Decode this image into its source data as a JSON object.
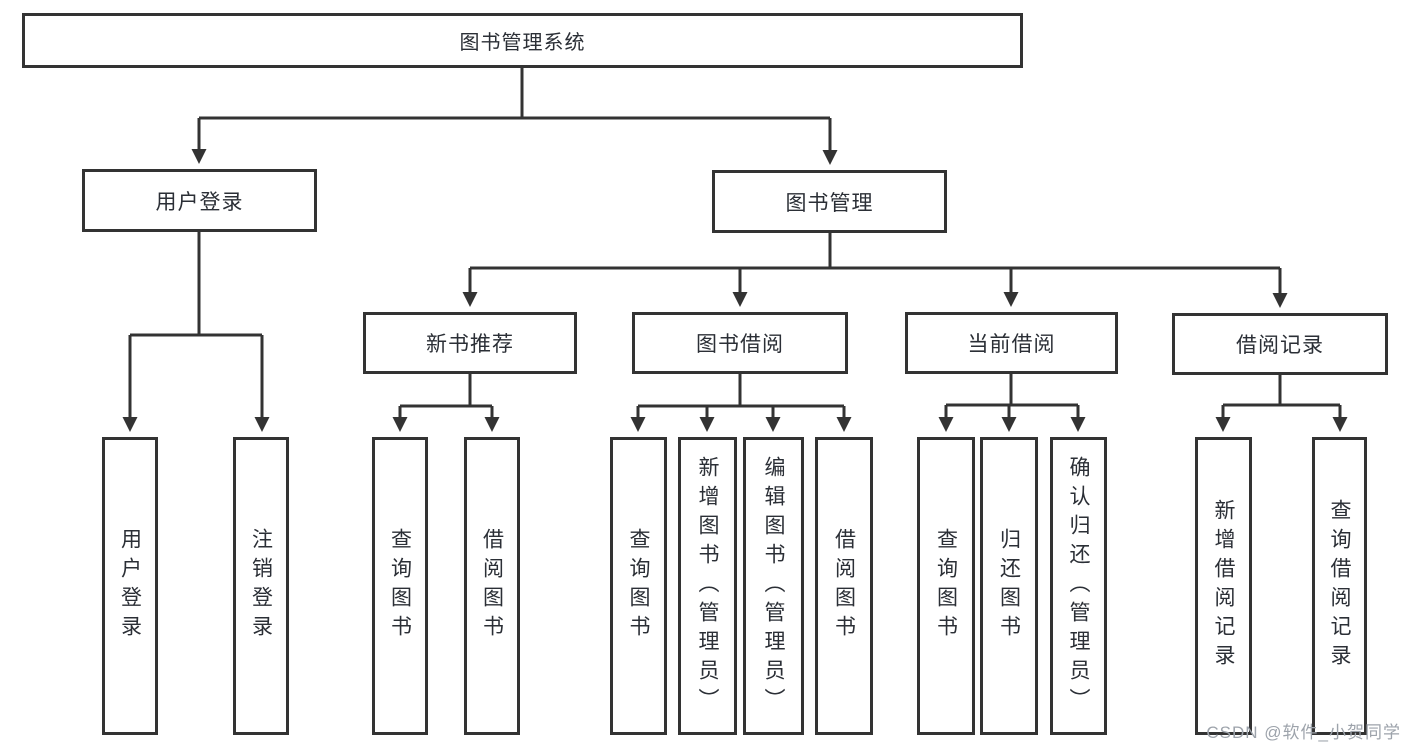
{
  "diagram": {
    "title_node": "图书管理系统",
    "level2": [
      {
        "label": "用户登录"
      },
      {
        "label": "图书管理"
      }
    ],
    "level3": [
      {
        "label": "新书推荐"
      },
      {
        "label": "图书借阅"
      },
      {
        "label": "当前借阅"
      },
      {
        "label": "借阅记录"
      }
    ],
    "leaves": [
      {
        "label": "用户登录"
      },
      {
        "label": "注销登录"
      },
      {
        "label": "查询图书"
      },
      {
        "label": "借阅图书"
      },
      {
        "label": "查询图书"
      },
      {
        "label": "新增图书（管理员）"
      },
      {
        "label": "编辑图书（管理员）"
      },
      {
        "label": "借阅图书"
      },
      {
        "label": "查询图书"
      },
      {
        "label": "归还图书"
      },
      {
        "label": "确认归还（管理员）"
      },
      {
        "label": "新增借阅记录"
      },
      {
        "label": "查询借阅记录"
      }
    ],
    "watermark": "CSDN @软件_小贺同学",
    "colors": {
      "line": "#333333",
      "box-border": "#333333",
      "box-fill": "#ffffff",
      "text": "#2b2f36",
      "watermark": "#9da3ab"
    }
  }
}
